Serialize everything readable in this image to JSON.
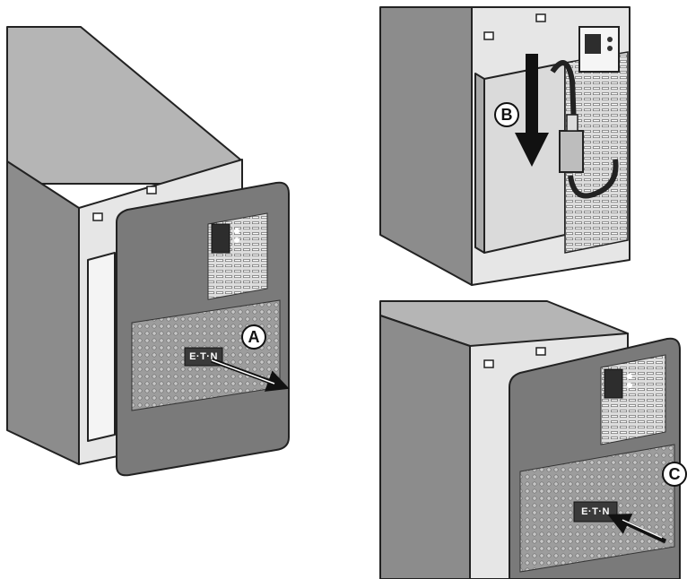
{
  "figure": {
    "steps": [
      {
        "callout": "A",
        "action": "remove front panel"
      },
      {
        "callout": "B",
        "action": "connect battery cable"
      },
      {
        "callout": "C",
        "action": "reinstall front panel"
      }
    ],
    "brand_logo": "E·T·N",
    "colors": {
      "cabinet_side": "#8c8c8c",
      "cabinet_top": "#b5b5b5",
      "cabinet_front": "#e6e6e6",
      "panel": "#7a7a7a",
      "perforation": "#9d9d9d",
      "outline": "#222222"
    }
  }
}
